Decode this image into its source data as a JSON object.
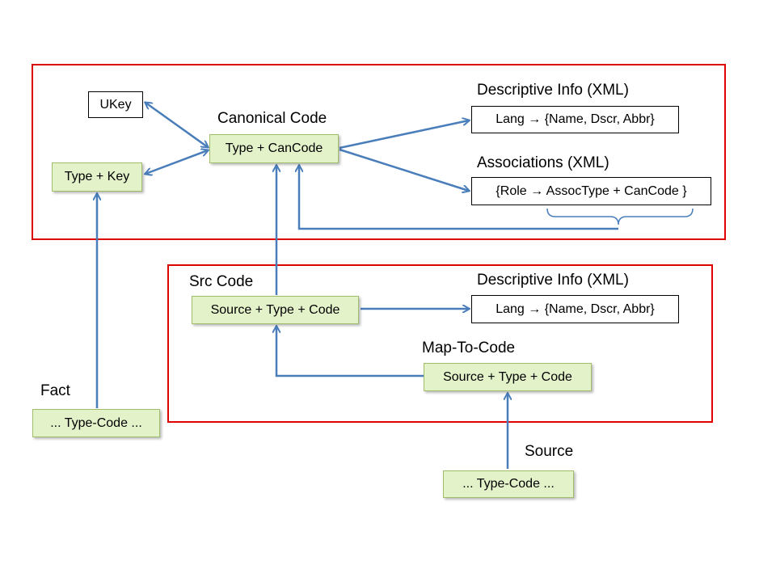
{
  "nodes": {
    "ukey": "UKey",
    "type_key": "Type + Key",
    "canonical": "Type + CanCode",
    "desc_info_top": "Lang → {Name, Dscr, Abbr}",
    "associations": "{Role → AssocType + CanCode }",
    "src_code": "Source + Type + Code",
    "desc_info_bottom": "Lang → {Name, Dscr, Abbr}",
    "map_to_code": "Source + Type + Code",
    "fact": "...  Type-Code  ...",
    "source": "...  Type-Code  ..."
  },
  "labels": {
    "canonical_code": "Canonical Code",
    "descriptive_info_top": "Descriptive Info (XML)",
    "associations": "Associations (XML)",
    "src_code": "Src Code",
    "descriptive_info_bottom": "Descriptive Info (XML)",
    "map_to_code": "Map-To-Code",
    "fact": "Fact",
    "source": "Source"
  },
  "colors": {
    "frame": "#e00000",
    "arrow": "#4a7ebb",
    "box_fill": "#e4f2ca",
    "box_border": "#9fbd6a"
  }
}
